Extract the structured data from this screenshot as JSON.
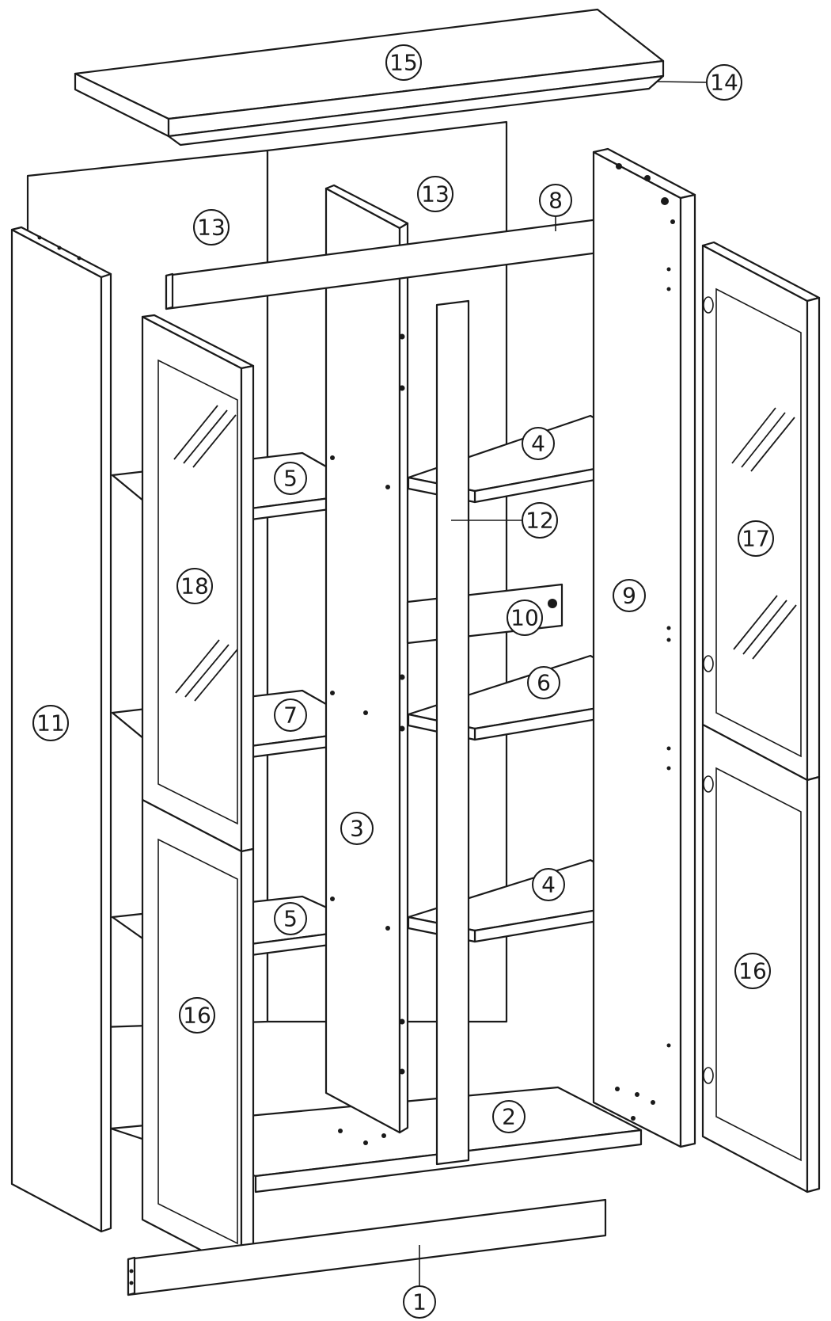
{
  "diagram": {
    "callouts": [
      {
        "id": "c1",
        "label": "1"
      },
      {
        "id": "c2",
        "label": "2"
      },
      {
        "id": "c3",
        "label": "3"
      },
      {
        "id": "c4a",
        "label": "4"
      },
      {
        "id": "c4b",
        "label": "4"
      },
      {
        "id": "c5a",
        "label": "5"
      },
      {
        "id": "c5b",
        "label": "5"
      },
      {
        "id": "c6",
        "label": "6"
      },
      {
        "id": "c7",
        "label": "7"
      },
      {
        "id": "c8",
        "label": "8"
      },
      {
        "id": "c9",
        "label": "9"
      },
      {
        "id": "c10",
        "label": "10"
      },
      {
        "id": "c11",
        "label": "11"
      },
      {
        "id": "c12",
        "label": "12"
      },
      {
        "id": "c13a",
        "label": "13"
      },
      {
        "id": "c13b",
        "label": "13"
      },
      {
        "id": "c14",
        "label": "14"
      },
      {
        "id": "c15",
        "label": "15"
      },
      {
        "id": "c16a",
        "label": "16"
      },
      {
        "id": "c16b",
        "label": "16"
      },
      {
        "id": "c17",
        "label": "17"
      },
      {
        "id": "c18",
        "label": "18"
      }
    ]
  }
}
